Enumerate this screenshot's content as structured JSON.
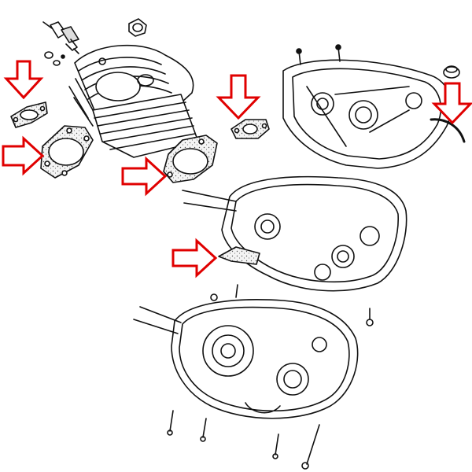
{
  "diagram": {
    "kind": "exploded engine gasket diagram",
    "text_labels": [],
    "arrow_color": "#e00000",
    "line_color": "#111111",
    "paper_color": "#ffffff",
    "gasket_fill": "#f2f2f2",
    "arrows": [
      {
        "id": "arrow-exhaust-flange-gasket",
        "points_to": "exhaust-flange-gasket"
      },
      {
        "id": "arrow-cylinder-head-gasket",
        "points_to": "cylinder-head-gasket"
      },
      {
        "id": "arrow-cylinder-base-gasket",
        "points_to": "cylinder-base-gasket"
      },
      {
        "id": "arrow-intake-gasket",
        "points_to": "intake-gasket"
      },
      {
        "id": "arrow-side-cover-gasket",
        "points_to": "side-cover-gasket"
      },
      {
        "id": "arrow-crankcase-gasket",
        "points_to": "crankcase-gasket"
      }
    ]
  }
}
